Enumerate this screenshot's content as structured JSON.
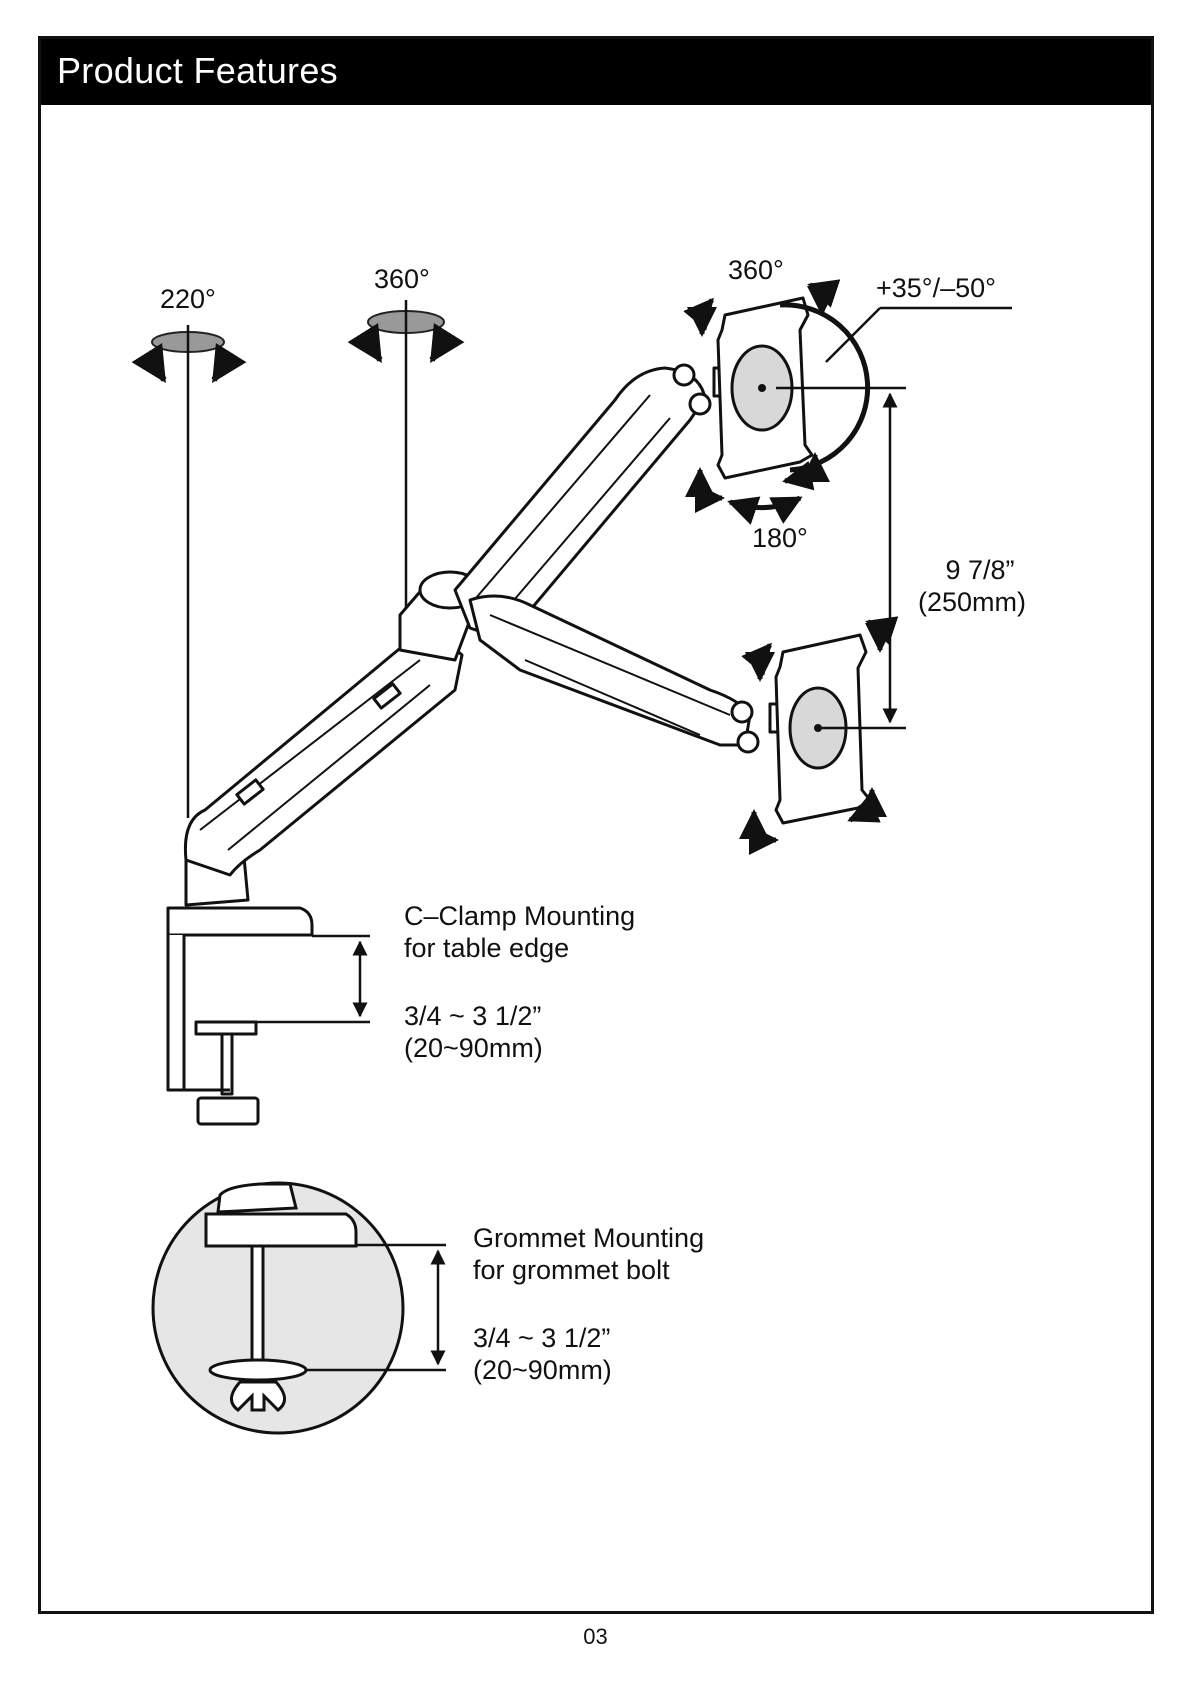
{
  "header": {
    "title": "Product Features"
  },
  "rotation_labels": {
    "base_swivel": "220°",
    "arm_swivel": "360°",
    "monitor_rotation": "360°",
    "tilt": "+35°/–50°",
    "swivel": "180°"
  },
  "height_adjust": {
    "line1": "9 7/8”",
    "line2": "(250mm)"
  },
  "c_clamp": {
    "title_line1": "C–Clamp Mounting",
    "title_line2": "for table edge",
    "range_line1": "3/4 ~ 3 1/2”",
    "range_line2": "(20~90mm)"
  },
  "grommet": {
    "title_line1": "Grommet Mounting",
    "title_line2": "for grommet bolt",
    "range_line1": "3/4 ~ 3 1/2”",
    "range_line2": "(20~90mm)"
  },
  "footer": {
    "page_number": "03"
  }
}
